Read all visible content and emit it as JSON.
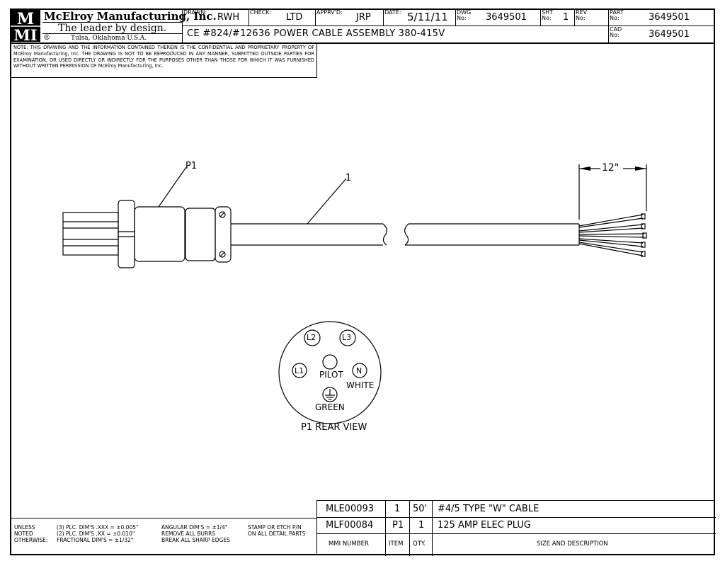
{
  "company": {
    "logo_letters": "MMI",
    "name": "McElroy Manufacturing, Inc.",
    "tagline": "The leader by design.",
    "location": "Tulsa, Oklahoma U.S.A.",
    "registered_mark": "®"
  },
  "title_block": {
    "drawn_label": "DRAWN:",
    "drawn": "RWH",
    "check_label": "CHECK:",
    "check": "LTD",
    "approved_label": "APPRV'D:",
    "approved": "JRP",
    "date_label": "DATE:",
    "date": "5/11/11",
    "dwg_label": "DWG No:",
    "dwg_no": "3649501",
    "sht_label": "SHT No:",
    "sht_no": "1",
    "rev_label": "REV No:",
    "rev_no": "",
    "part_label": "PART No:",
    "part_no": "3649501",
    "cad_label": "CAD No:",
    "cad_no": "3649501",
    "title": "CE #824/#12636 POWER CABLE ASSEMBLY 380-415V"
  },
  "note": "NOTE: THIS DRAWING AND THE INFORMATION CONTAINED THEREIN IS THE CONFIDENTIAL AND PROPRIETARY PROPERTY OF McElroy Manufacturing, Inc. THE DRAWING IS NOT TO BE REPRODUCED IN ANY MANNER, SUBMITTED OUTSIDE PARTIES FOR EXAMINATION, OR USED DIRECTLY OR INDIRECTLY FOR THE PURPOSES OTHER THAN THOSE FOR WHICH IT WAS FURNISHED WITHOUT WRITTEN PERMISSION OF McElroy Manufacturing, Inc.",
  "drawing": {
    "callout_p1": "P1",
    "callout_1": "1",
    "dimension": "12\"",
    "pins": {
      "l1": "L1",
      "l2": "L2",
      "l3": "L3",
      "n": "N",
      "pilot": "PILOT",
      "white": "WHITE",
      "green": "GREEN"
    },
    "rear_view_label": "P1 REAR VIEW"
  },
  "tolerances": {
    "col1": [
      "UNLESS",
      "NOTED",
      "OTHERWISE:"
    ],
    "col2": [
      "(3) PLC. DIM'S .XXX = ±0.005\"",
      "(2) PLC. DIM'S .XX = ±0.010\"",
      "FRACTIONAL DIM'S = ±1/32\""
    ],
    "col3": [
      "ANGULAR DIM'S = ±1/4°",
      "REMOVE ALL BURRS",
      "BREAK ALL SHARP EDGES"
    ],
    "col4": [
      "STAMP OR ETCH P/N",
      "ON ALL DETAIL PARTS"
    ]
  },
  "bom": {
    "rows": [
      {
        "mmi_number": "MLE00093",
        "item": "1",
        "qty": "50'",
        "description": "#4/5 TYPE \"W\" CABLE"
      },
      {
        "mmi_number": "MLF00084",
        "item": "P1",
        "qty": "1",
        "description": "125 AMP ELEC PLUG"
      }
    ],
    "headers": {
      "mmi_number": "MMI NUMBER",
      "item": "ITEM",
      "qty": "QTY.",
      "description": "SIZE AND DESCRIPTION"
    }
  }
}
